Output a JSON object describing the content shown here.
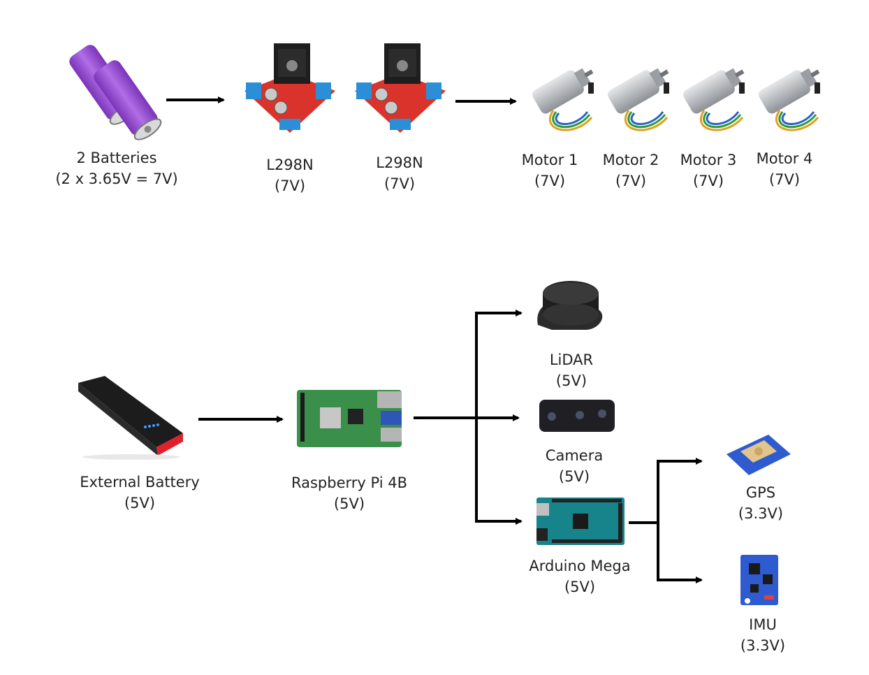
{
  "power_chain_motors": {
    "batteries": {
      "name": "2 Batteries",
      "detail": "(2 x 3.65V = 7V)"
    },
    "drivers": [
      {
        "name": "L298N",
        "voltage": "(7V)"
      },
      {
        "name": "L298N",
        "voltage": "(7V)"
      }
    ],
    "motors": [
      {
        "name": "Motor 1",
        "voltage": "(7V)"
      },
      {
        "name": "Motor 2",
        "voltage": "(7V)"
      },
      {
        "name": "Motor 3",
        "voltage": "(7V)"
      },
      {
        "name": "Motor 4",
        "voltage": "(7V)"
      }
    ]
  },
  "power_chain_compute": {
    "external_battery": {
      "name": "External Battery",
      "voltage": "(5V)"
    },
    "raspberry_pi": {
      "name": "Raspberry Pi 4B",
      "voltage": "(5V)"
    },
    "lidar": {
      "name": "LiDAR",
      "voltage": "(5V)"
    },
    "camera": {
      "name": "Camera",
      "voltage": "(5V)"
    },
    "arduino": {
      "name": "Arduino Mega",
      "voltage": "(5V)"
    },
    "gps": {
      "name": "GPS",
      "voltage": "(3.3V)"
    },
    "imu": {
      "name": "IMU",
      "voltage": "(3.3V)"
    }
  },
  "colors": {
    "battery_cell": "#9b4fd6",
    "driver_board": "#d9332b",
    "driver_heatsink": "#1e1e1e",
    "terminal_block": "#2a8fd6",
    "motor_body": "#b9bcc0",
    "powerbank_body": "#1c1c1c",
    "powerbank_accent": "#e0202a",
    "pi_board": "#3a8f4a",
    "arduino_board": "#17838a",
    "breakout_board": "#2f5bd0",
    "arrow": "#000000"
  }
}
